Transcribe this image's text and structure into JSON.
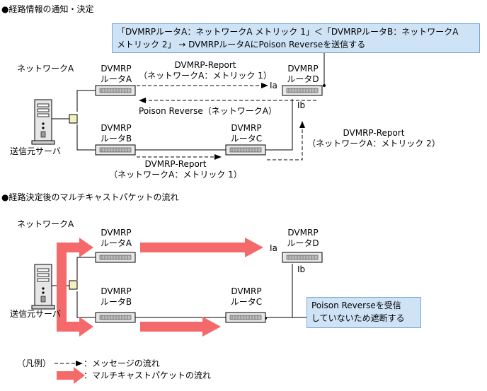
{
  "section1": {
    "title": "●経路情報の通知・決定"
  },
  "callout1": {
    "line1": "「DVMRPルータA：ネットワークA メトリック 1」＜「DVMRPルータB：ネットワークA",
    "line2": "メトリック 2」 → DVMRPルータAにPoison Reverseを送信する"
  },
  "network_label": "ネットワークA",
  "server_label": "送信元サーバ",
  "routers": {
    "a": [
      "DVMRP",
      "ルータA"
    ],
    "b": [
      "DVMRP",
      "ルータB"
    ],
    "c": [
      "DVMRP",
      "ルータC"
    ],
    "d": [
      "DVMRP",
      "ルータD"
    ]
  },
  "interfaces": {
    "ia": "Ia",
    "ib": "Ib"
  },
  "messages": {
    "report_a": [
      "DVMRP-Report",
      "（ネットワークA：メトリック 1）"
    ],
    "poison": "Poison Reverse（ネットワークA）",
    "report_b": [
      "DVMRP-Report",
      "（ネットワークA：メトリック 1）"
    ],
    "report_c": [
      "DVMRP-Report",
      "（ネットワークA：メトリック 2）"
    ]
  },
  "section2": {
    "title": "●経路決定後のマルチキャストパケットの流れ"
  },
  "callout2": {
    "line1": "Poison Reverseを受信",
    "line2": "していないため遮断する"
  },
  "legend": {
    "prefix": "（凡例）",
    "message_flow": "：メッセージの流れ",
    "multicast_flow": "：マルチキャストパケットの流れ"
  },
  "colors": {
    "callout_bg": "#cfe3f6",
    "arrow_red": "#f46a6a",
    "dashed": "#000000"
  }
}
